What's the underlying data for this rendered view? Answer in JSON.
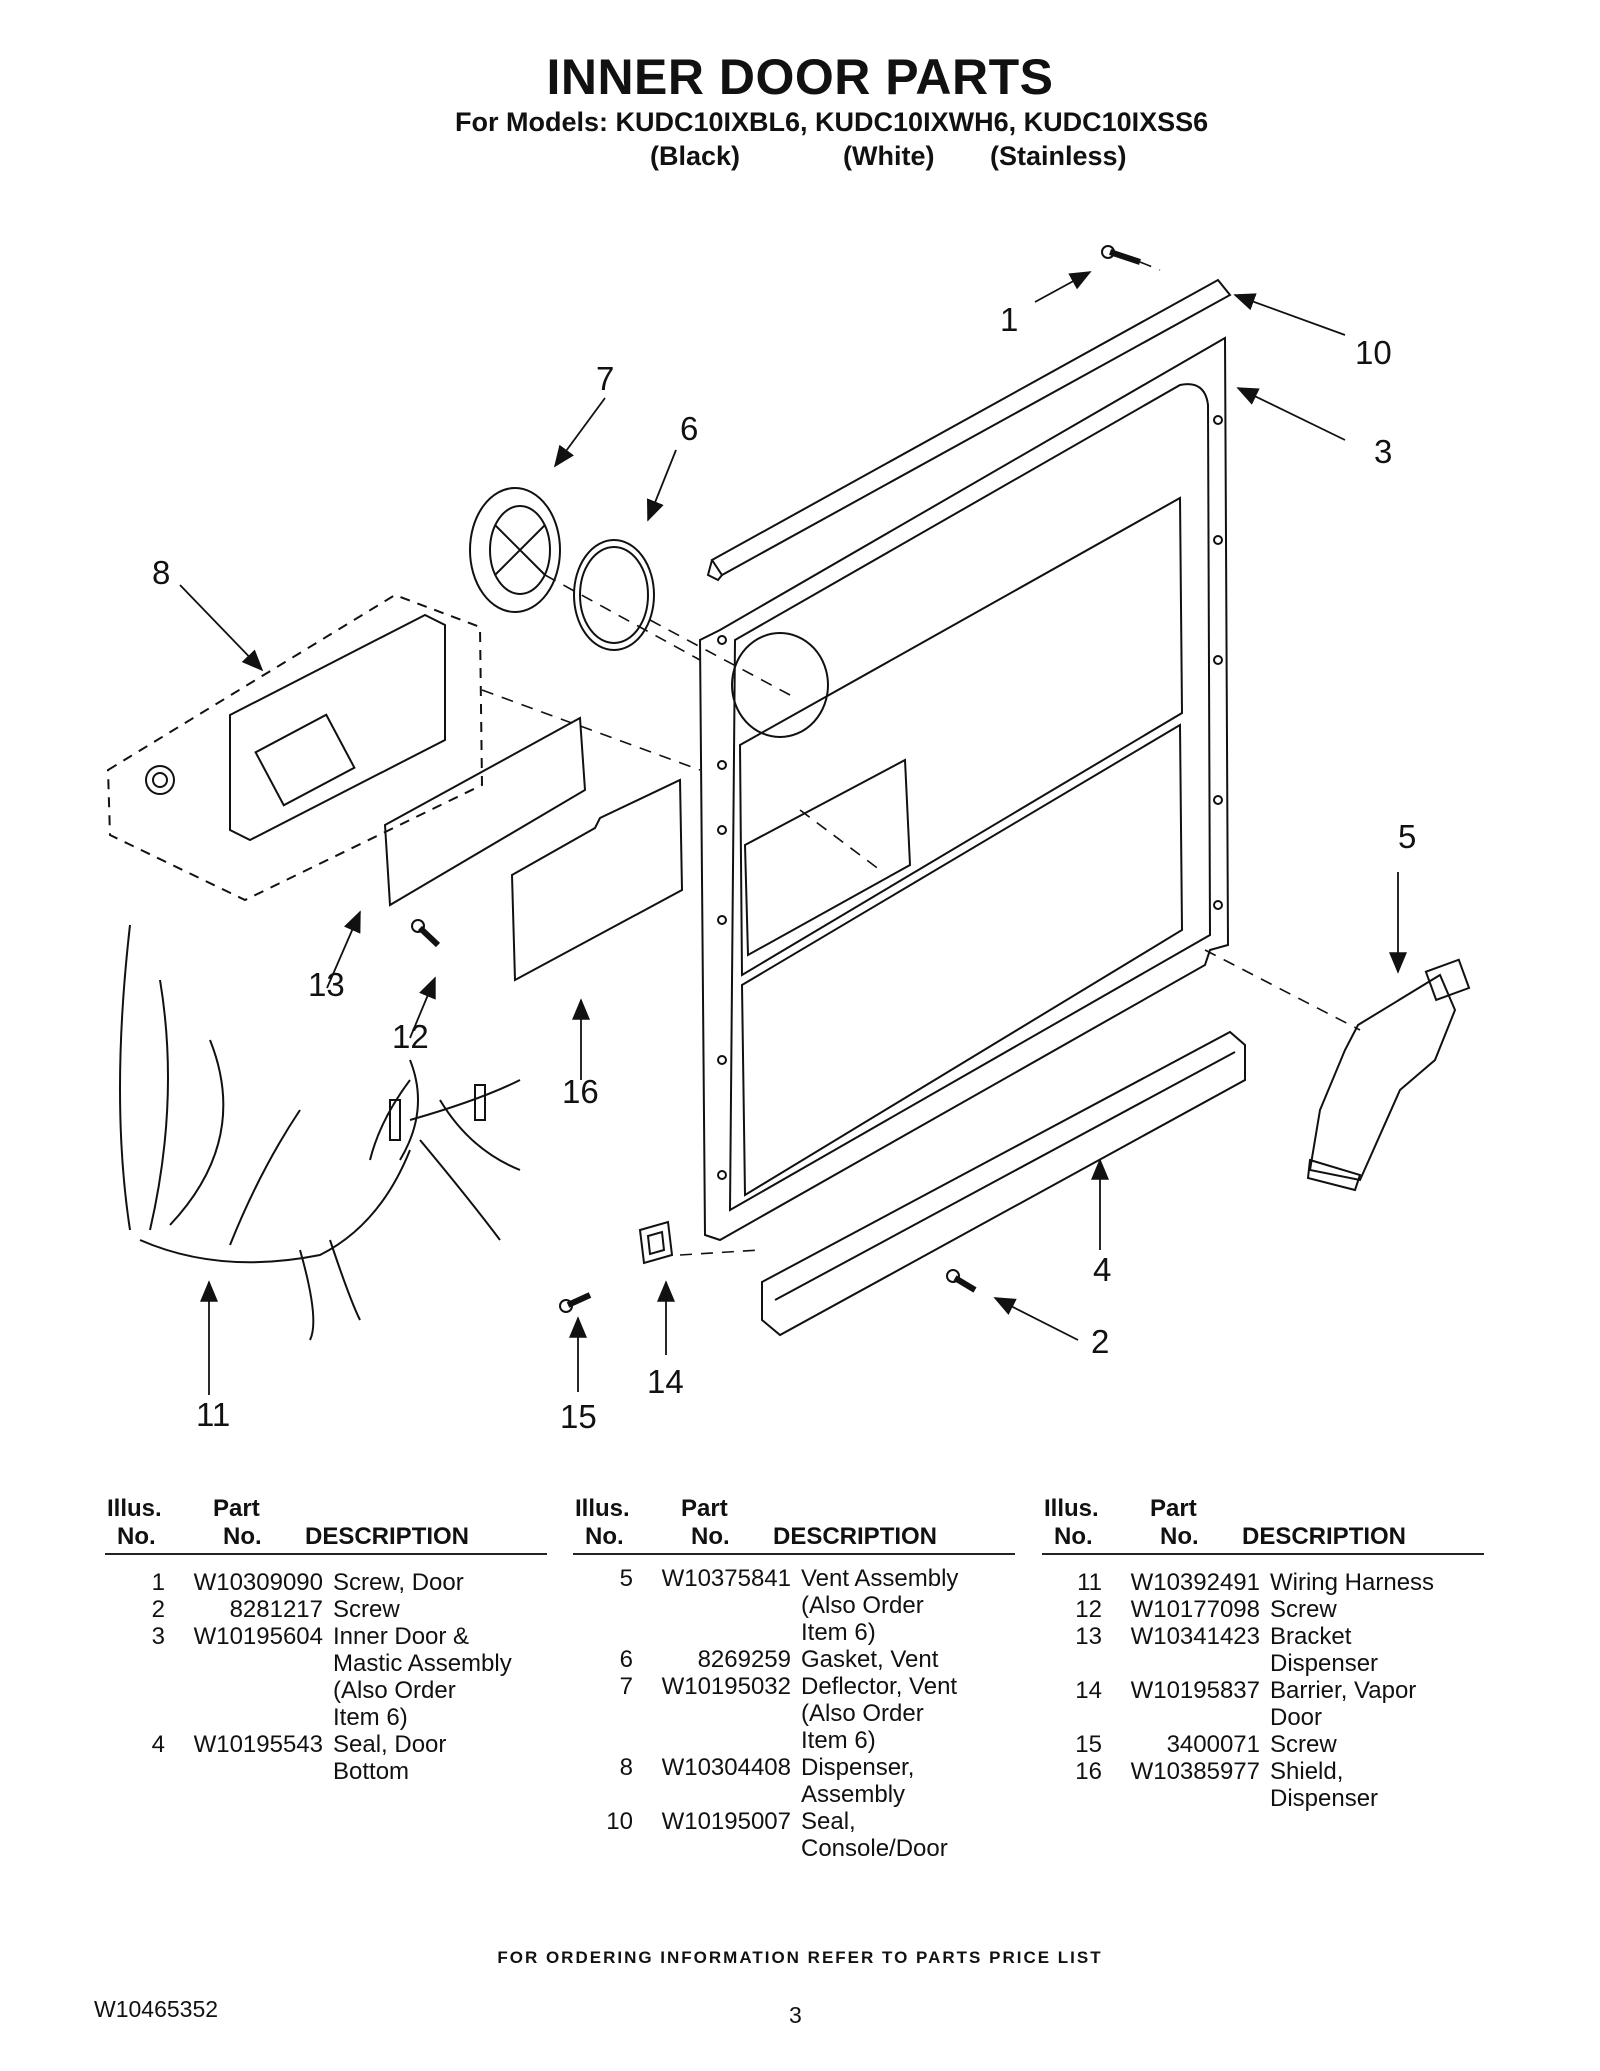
{
  "header": {
    "title": "INNER DOOR PARTS",
    "models": "For Models: KUDC10IXBL6, KUDC10IXWH6, KUDC10IXSS6",
    "color_black": "(Black)",
    "color_white": "(White)",
    "color_stainless": "(Stainless)"
  },
  "callouts": {
    "c1": "1",
    "c2": "2",
    "c3": "3",
    "c4": "4",
    "c5": "5",
    "c6": "6",
    "c7": "7",
    "c8": "8",
    "c10": "10",
    "c11": "11",
    "c12": "12",
    "c13": "13",
    "c14": "14",
    "c15": "15",
    "c16": "16"
  },
  "table_headers": {
    "illus": "Illus.",
    "no": "No.",
    "part": "Part",
    "part_no": "No.",
    "description": "DESCRIPTION"
  },
  "parts_table": [
    {
      "no": "1",
      "part": "W10309090",
      "desc": "Screw, Door"
    },
    {
      "no": "2",
      "part": "8281217",
      "desc": "Screw"
    },
    {
      "no": "3",
      "part": "W10195604",
      "desc": "Inner Door &\nMastic Assembly\n(Also Order\nItem 6)"
    },
    {
      "no": "4",
      "part": "W10195543",
      "desc": "Seal, Door\nBottom"
    },
    {
      "no": "5",
      "part": "W10375841",
      "desc": "Vent Assembly\n(Also Order\n Item 6)"
    },
    {
      "no": "6",
      "part": "8269259",
      "desc": "Gasket, Vent"
    },
    {
      "no": "7",
      "part": "W10195032",
      "desc": "Deflector, Vent\n(Also Order\nItem 6)"
    },
    {
      "no": "8",
      "part": "W10304408",
      "desc": "Dispenser,\nAssembly"
    },
    {
      "no": "10",
      "part": "W10195007",
      "desc": "Seal,\nConsole/Door"
    },
    {
      "no": "11",
      "part": "W10392491",
      "desc": "Wiring Harness"
    },
    {
      "no": "12",
      "part": "W10177098",
      "desc": "Screw"
    },
    {
      "no": "13",
      "part": "W10341423",
      "desc": "Bracket\nDispenser"
    },
    {
      "no": "14",
      "part": "W10195837",
      "desc": "Barrier, Vapor\nDoor"
    },
    {
      "no": "15",
      "part": "3400071",
      "desc": "Screw"
    },
    {
      "no": "16",
      "part": "W10385977",
      "desc": "Shield,\nDispenser"
    }
  ],
  "footer": {
    "note": "FOR ORDERING INFORMATION REFER TO PARTS PRICE LIST",
    "doc_number": "W10465352",
    "page": "3"
  }
}
